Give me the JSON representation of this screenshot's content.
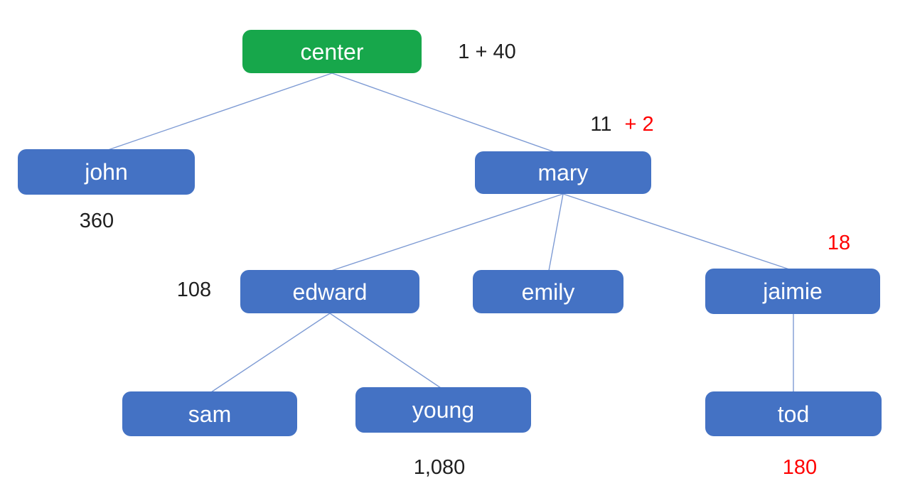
{
  "diagram": {
    "type": "tree",
    "nodes": {
      "center": {
        "label": "center",
        "role": "root"
      },
      "john": {
        "label": "john"
      },
      "mary": {
        "label": "mary"
      },
      "edward": {
        "label": "edward"
      },
      "emily": {
        "label": "emily"
      },
      "jaimie": {
        "label": "jaimie"
      },
      "sam": {
        "label": "sam"
      },
      "young": {
        "label": "young"
      },
      "tod": {
        "label": "tod"
      }
    },
    "edges": [
      {
        "from": "center",
        "to": "john"
      },
      {
        "from": "center",
        "to": "mary"
      },
      {
        "from": "mary",
        "to": "edward"
      },
      {
        "from": "mary",
        "to": "emily"
      },
      {
        "from": "mary",
        "to": "jaimie"
      },
      {
        "from": "edward",
        "to": "sam"
      },
      {
        "from": "edward",
        "to": "young"
      },
      {
        "from": "jaimie",
        "to": "tod"
      }
    ],
    "annotations": {
      "center": {
        "text": "1 + 40",
        "color": "black"
      },
      "john": {
        "text": "360",
        "color": "black"
      },
      "mary": {
        "base": "11",
        "base_color": "black",
        "extra": "+ 2",
        "extra_color": "red"
      },
      "edward": {
        "text": "108",
        "color": "black"
      },
      "jaimie": {
        "text": "18",
        "color": "red"
      },
      "young": {
        "text": "1,080",
        "color": "black"
      },
      "tod": {
        "text": "180",
        "color": "red"
      }
    }
  },
  "colors": {
    "root_fill": "#17a74b",
    "node_fill": "#4472c4",
    "node_text": "#ffffff",
    "connector": "#7e9bd4",
    "annotation_text": "#1f1f1f",
    "annotation_highlight": "#ff0000",
    "background": "#ffffff"
  }
}
